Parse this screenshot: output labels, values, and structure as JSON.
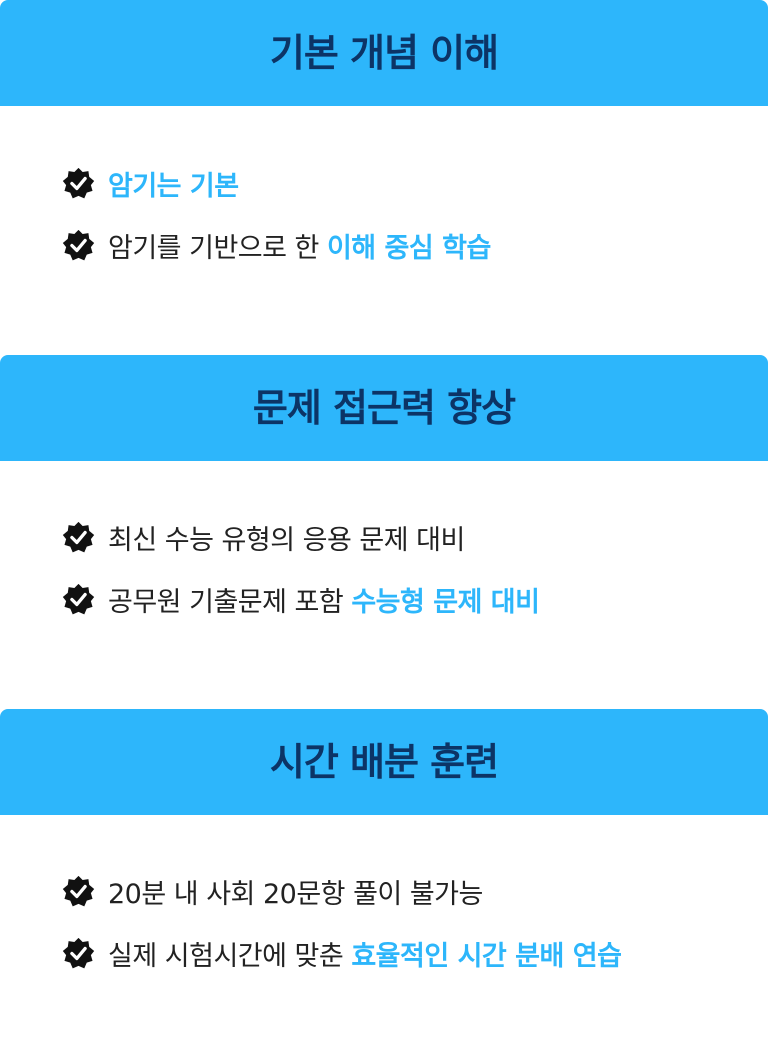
{
  "colors": {
    "banner_bg": "#2db6fb",
    "banner_text": "#0c3466",
    "highlight": "#2db6fb",
    "body_text": "#222222",
    "badge": "#111111"
  },
  "icon": "check-badge-icon",
  "sections": [
    {
      "title": "기본 개념 이해",
      "items": [
        {
          "plain": "",
          "highlight": "암기는 기본"
        },
        {
          "plain": "암기를 기반으로 한 ",
          "highlight": "이해 중심 학습"
        }
      ]
    },
    {
      "title": "문제 접근력 향상",
      "items": [
        {
          "plain": "최신 수능 유형의 응용 문제 대비",
          "highlight": ""
        },
        {
          "plain": "공무원 기출문제 포함 ",
          "highlight": "수능형 문제 대비"
        }
      ]
    },
    {
      "title": "시간 배분 훈련",
      "items": [
        {
          "plain": "20분 내 사회 20문항 풀이 불가능",
          "highlight": ""
        },
        {
          "plain": "실제 시험시간에 맞춘 ",
          "highlight": "효율적인 시간 분배 연습"
        }
      ]
    }
  ]
}
